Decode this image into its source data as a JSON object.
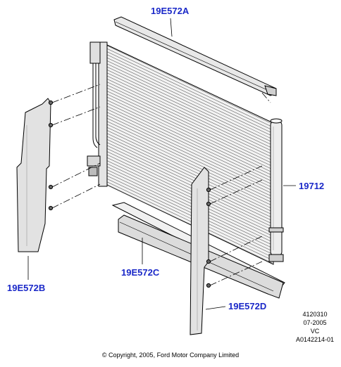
{
  "callouts": {
    "bracket_top": "19E572A",
    "condenser": "19712",
    "shield_left": "19E572B",
    "bracket_bottom": "19E572C",
    "shield_right": "19E572D"
  },
  "reference": {
    "line1": "4120310",
    "line2": "07-2005",
    "line3": "VC",
    "line4": "A0142214-01"
  },
  "copyright": "© Copyright, 2005, Ford Motor Company Limited",
  "colors": {
    "callout_text": "#1a28c8",
    "line_art": "#000000",
    "shade": "#e2e2e2"
  }
}
